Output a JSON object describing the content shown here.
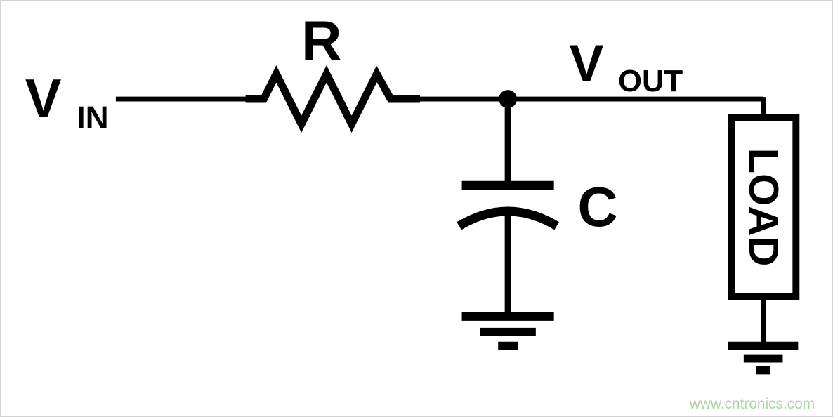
{
  "page": {
    "background": "#ffffff",
    "border_color": "#d4d4d4",
    "stroke_color": "#000000"
  },
  "labels": {
    "vin_main": "V",
    "vin_sub": "IN",
    "resistor": "R",
    "vout_main": "V",
    "vout_sub": "OUT",
    "capacitor": "C",
    "load": "LOAD"
  },
  "watermark": {
    "text": "www.cntronics.com",
    "color": "#abd6a2"
  }
}
